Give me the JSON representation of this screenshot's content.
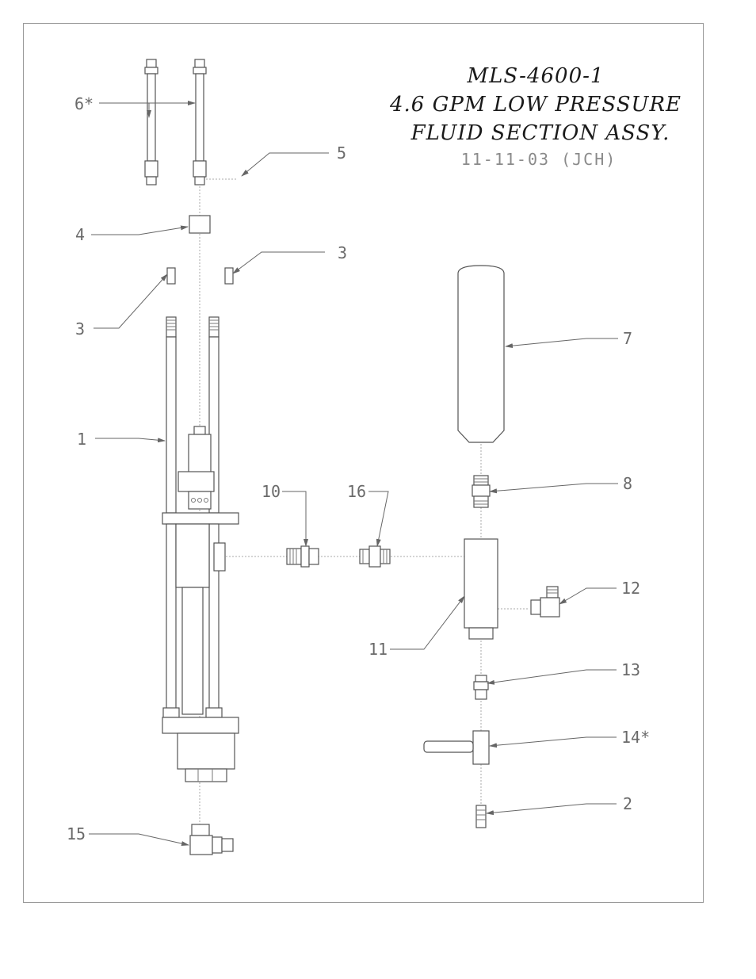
{
  "title": {
    "line1": "MLS-4600-1",
    "line2": "4.6 GPM LOW PRESSURE",
    "line3": "FLUID SECTION ASSY.",
    "date": "11-11-03 (JCH)"
  },
  "callouts": {
    "c1": "1",
    "c2": "2",
    "c3a": "3",
    "c3b": "3",
    "c4": "4",
    "c5": "5",
    "c6": "6*",
    "c7": "7",
    "c8": "8",
    "c10": "10",
    "c11": "11",
    "c12": "12",
    "c13": "13",
    "c14": "14*",
    "c15": "15",
    "c16": "16"
  }
}
